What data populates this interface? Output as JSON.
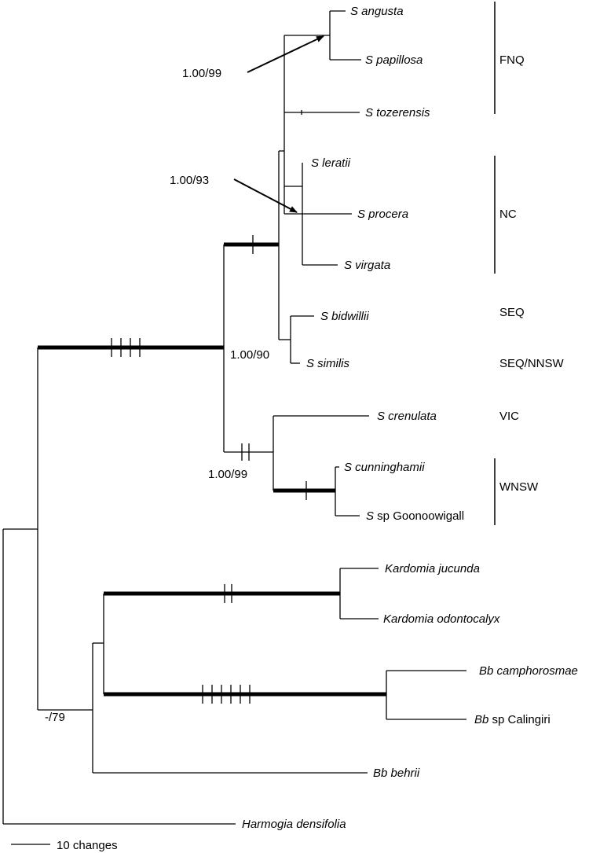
{
  "taxa": {
    "s_angusta": {
      "italic": "S angusta",
      "rest": ""
    },
    "s_papillosa": {
      "italic": "S papillosa",
      "rest": ""
    },
    "s_tozerensis": {
      "italic": "S tozerensis",
      "rest": ""
    },
    "s_leratii": {
      "italic": "S leratii",
      "rest": ""
    },
    "s_procera": {
      "italic": "S procera",
      "rest": ""
    },
    "s_virgata": {
      "italic": "S virgata",
      "rest": ""
    },
    "s_bidwillii": {
      "italic": "S bidwillii",
      "rest": ""
    },
    "s_similis": {
      "italic": "S similis",
      "rest": ""
    },
    "s_crenulata": {
      "italic": "S crenulata",
      "rest": ""
    },
    "s_cunninghamii": {
      "italic": "S cunninghamii",
      "rest": ""
    },
    "s_goonoowigall": {
      "italic": "S",
      "rest": " sp Goonoowigall"
    },
    "kardomia_jucunda": {
      "italic": "Kardomia jucunda",
      "rest": ""
    },
    "kardomia_odontocalyx": {
      "italic": "Kardomia odontocalyx",
      "rest": ""
    },
    "bb_camphorosmae": {
      "italic": "Bb camphorosmae",
      "rest": ""
    },
    "bb_calingiri": {
      "italic": "Bb",
      "rest": " sp Calingiri"
    },
    "bb_behrii": {
      "italic": "Bb behrii",
      "rest": ""
    },
    "harmogia": {
      "italic": "Harmogia densifolia",
      "rest": ""
    }
  },
  "regions": {
    "fnq": "FNQ",
    "nc": "NC",
    "seq": "SEQ",
    "seq_nnsw": "SEQ/NNSW",
    "vic": "VIC",
    "wnsw": "WNSW"
  },
  "support": {
    "fnq_clade": "1.00/99",
    "nc_clade": "1.00/93",
    "seq_clade": "1.00/90",
    "vic_wnsw_clade": "1.00/99",
    "outgroup_clade": "-/79"
  },
  "scale": {
    "label": "10 changes"
  }
}
